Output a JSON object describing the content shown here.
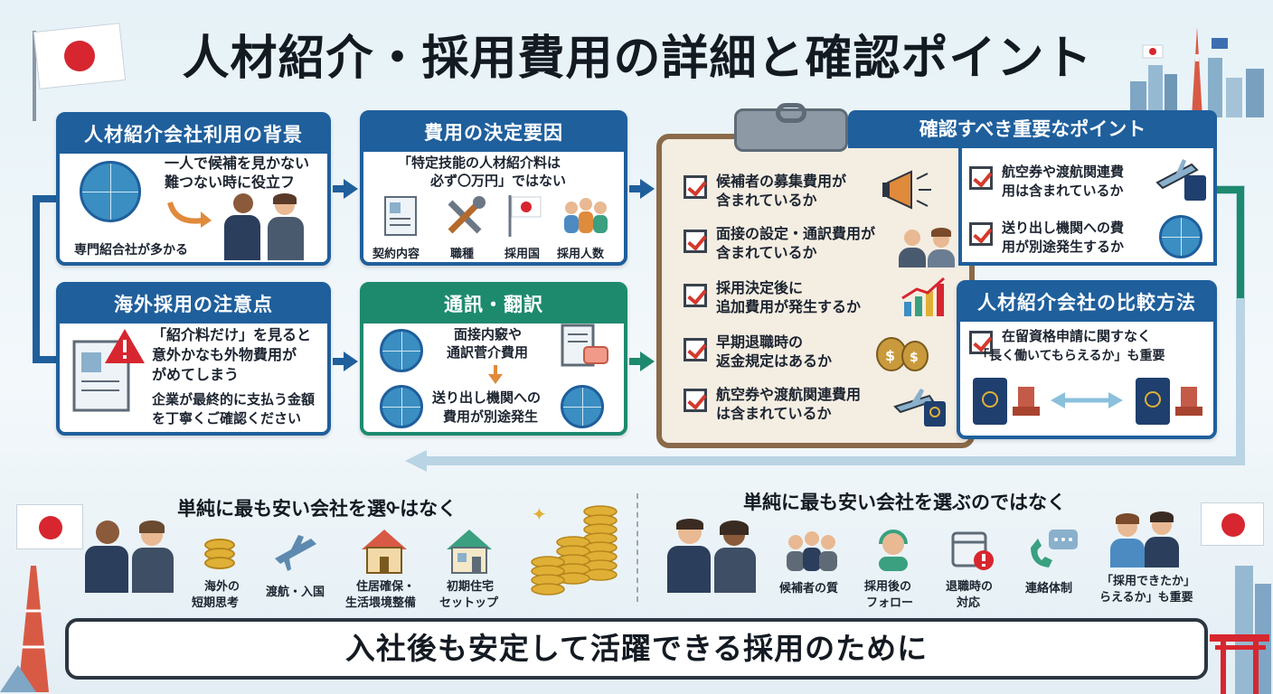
{
  "title": "人材紹介・採用費用の詳細と確認ポイント",
  "background": {
    "heading": "人材紹介会社利用の背景",
    "text1": "一人で候補を見かない",
    "text2": "難つない時に役立フ",
    "label": "専門紹合社が多かる"
  },
  "cost_factors": {
    "heading": "費用の決定要因",
    "text1": "「特定技能の人材紹介料は",
    "text2": "必ず〇万円」ではない",
    "items": [
      "契約内容",
      "職種",
      "採用国",
      "採用人数"
    ]
  },
  "overseas": {
    "heading": "海外採用の注意点",
    "text1": "「紹介料だけ」を見ると",
    "text2": "意外かなも外物費用が",
    "text3": "がめてしまう",
    "text4": "企業が最終的に支払う金額",
    "text5": "を丁寧くご確認ください"
  },
  "interpretation": {
    "heading": "通訊・翻訳",
    "text1": "面接内竅や",
    "text2": "通訳菅介費用",
    "text3": "送り出し機関への",
    "text4": "費用が別途発生"
  },
  "points": {
    "heading": "確認すべき重要なポイント",
    "left": [
      [
        "候補者の募集費用が",
        "含まれているか"
      ],
      [
        "面接の設定・通訳費用が",
        "含まれているか"
      ],
      [
        "採用決定後に",
        "追加費用が発生するか"
      ],
      [
        "早期退職時の",
        "返金規定はあるか"
      ],
      [
        "航空券や渡航関連費用",
        "は含まれているか"
      ]
    ],
    "right": [
      [
        "航空券や渡航関連費",
        "用は含まれているか"
      ],
      [
        "送り出し機関への費",
        "用が別途発生するか"
      ]
    ]
  },
  "comparison": {
    "heading": "人材紹介会社の比較方法",
    "text1": "在留資格申請に関すなく",
    "text2": "「長く働いてもらえるか」も重要"
  },
  "bottom_left": {
    "heading": "単純に最も安い会社を選ᡐはなく",
    "items": [
      [
        "海外の",
        "短期思考"
      ],
      [
        "渡航・入国",
        ""
      ],
      [
        "住居確保・",
        "生活㙗境整備"
      ],
      [
        "初期住宅",
        "セットップ"
      ]
    ]
  },
  "bottom_right": {
    "heading": "単純に最も安い会社を選ぶのではなく",
    "items": [
      [
        "候補者の質",
        ""
      ],
      [
        "採用後の",
        "フォロー"
      ],
      [
        "退職時の",
        "対応"
      ],
      [
        "連絡体制",
        ""
      ],
      [
        "「採用できたか」",
        "らえるか」も重要"
      ]
    ]
  },
  "footer": "入社後も安定して活躍できる採用のために",
  "colors": {
    "blue": "#1f5f9c",
    "green": "#1d8a6e",
    "red": "#d7262f",
    "board": "#8a6a4a"
  }
}
